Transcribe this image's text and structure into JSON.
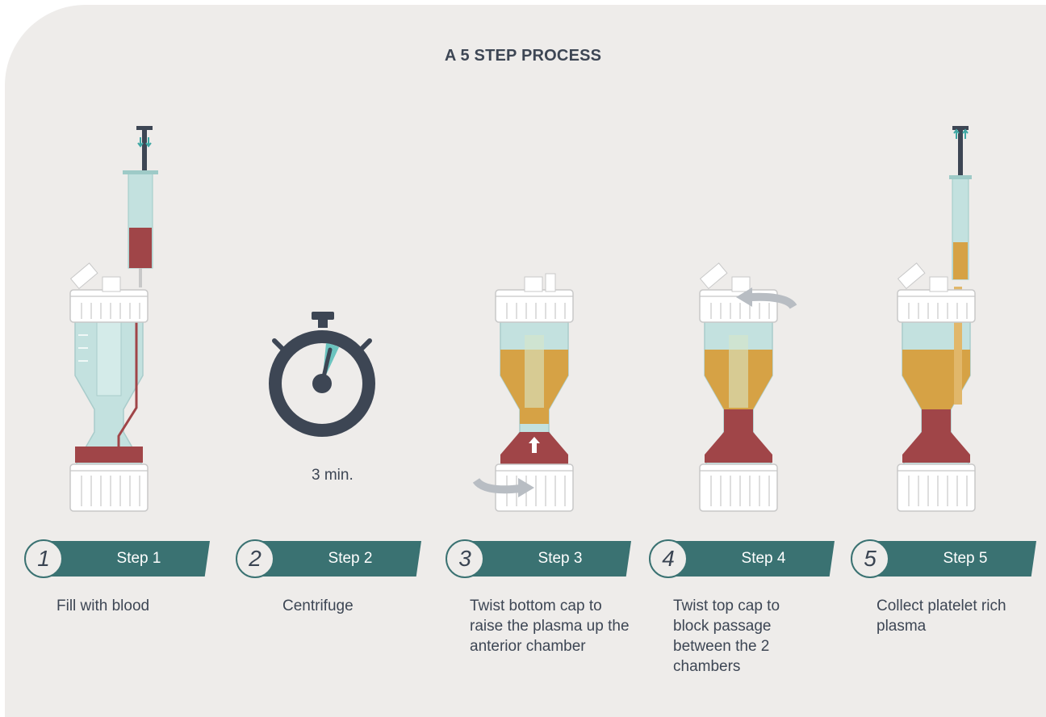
{
  "title": "A 5 STEP PROCESS",
  "timer_label": "3 min.",
  "steps": [
    {
      "number": "1",
      "label": "Step 1",
      "description": "Fill with blood"
    },
    {
      "number": "2",
      "label": "Step 2",
      "description": "Centrifuge"
    },
    {
      "number": "3",
      "label": "Step 3",
      "description": "Twist bottom cap to raise the plasma up the anterior chamber"
    },
    {
      "number": "4",
      "label": "Step 4",
      "description": "Twist top cap to block passage between the 2 chambers"
    },
    {
      "number": "5",
      "label": "Step 5",
      "description": "Collect platelet rich plasma"
    }
  ],
  "colors": {
    "background": "#eeecea",
    "teal": "#3a7272",
    "navy": "#3d4654",
    "blood": "#a04548",
    "plasma": "#d6a245",
    "tube": "#c3e1df",
    "cap": "#ffffff"
  }
}
